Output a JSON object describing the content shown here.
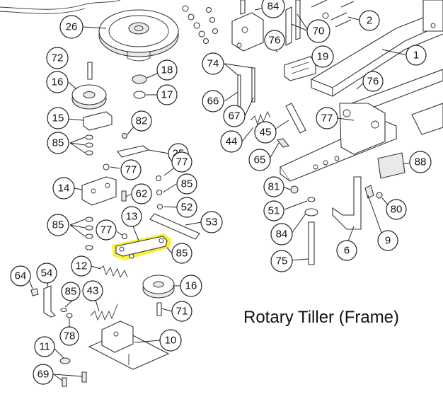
{
  "diagram": {
    "title": "Rotary Tiller (Frame)",
    "highlight_color": "#F7EF12",
    "highlighted_part": "13",
    "callouts": [
      {
        "id": "c26",
        "label": "26"
      },
      {
        "id": "c84a",
        "label": "84"
      },
      {
        "id": "c70",
        "label": "70"
      },
      {
        "id": "c2",
        "label": "2"
      },
      {
        "id": "c76a",
        "label": "76"
      },
      {
        "id": "c1",
        "label": "1"
      },
      {
        "id": "c72",
        "label": "72"
      },
      {
        "id": "c18",
        "label": "18"
      },
      {
        "id": "c16a",
        "label": "16"
      },
      {
        "id": "c17",
        "label": "17"
      },
      {
        "id": "c74",
        "label": "74"
      },
      {
        "id": "c19",
        "label": "19"
      },
      {
        "id": "c76b",
        "label": "76"
      },
      {
        "id": "c66",
        "label": "66"
      },
      {
        "id": "c15",
        "label": "15"
      },
      {
        "id": "c82",
        "label": "82"
      },
      {
        "id": "c67",
        "label": "67"
      },
      {
        "id": "c77a",
        "label": "77"
      },
      {
        "id": "c85a",
        "label": "85"
      },
      {
        "id": "c25",
        "label": "25"
      },
      {
        "id": "c45",
        "label": "45"
      },
      {
        "id": "c44",
        "label": "44"
      },
      {
        "id": "c65",
        "label": "65"
      },
      {
        "id": "c77b",
        "label": "77"
      },
      {
        "id": "c77c",
        "label": "77"
      },
      {
        "id": "c88",
        "label": "88"
      },
      {
        "id": "c14",
        "label": "14"
      },
      {
        "id": "c62",
        "label": "62"
      },
      {
        "id": "c85b",
        "label": "85"
      },
      {
        "id": "c81",
        "label": "81"
      },
      {
        "id": "c52",
        "label": "52"
      },
      {
        "id": "c80",
        "label": "80"
      },
      {
        "id": "c51",
        "label": "51"
      },
      {
        "id": "c85c",
        "label": "85"
      },
      {
        "id": "c13",
        "label": "13"
      },
      {
        "id": "c77d",
        "label": "77"
      },
      {
        "id": "c53",
        "label": "53"
      },
      {
        "id": "c84b",
        "label": "84"
      },
      {
        "id": "c9",
        "label": "9"
      },
      {
        "id": "c85d",
        "label": "85"
      },
      {
        "id": "c6",
        "label": "6"
      },
      {
        "id": "c12",
        "label": "12"
      },
      {
        "id": "c75",
        "label": "75"
      },
      {
        "id": "c64",
        "label": "64"
      },
      {
        "id": "c54",
        "label": "54"
      },
      {
        "id": "c16b",
        "label": "16"
      },
      {
        "id": "c85e",
        "label": "85"
      },
      {
        "id": "c43",
        "label": "43"
      },
      {
        "id": "c71",
        "label": "71"
      },
      {
        "id": "c78",
        "label": "78"
      },
      {
        "id": "c10",
        "label": "10"
      },
      {
        "id": "c11",
        "label": "11"
      },
      {
        "id": "c69",
        "label": "69"
      }
    ]
  }
}
